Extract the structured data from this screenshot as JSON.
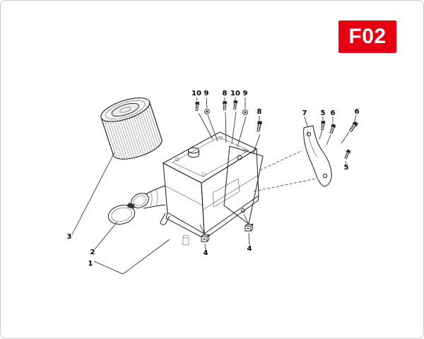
{
  "figure": {
    "code": "F02"
  },
  "callouts": [
    {
      "label": "10"
    },
    {
      "label": "9"
    },
    {
      "label": "8"
    },
    {
      "label": "10"
    },
    {
      "label": "9"
    },
    {
      "label": "8"
    },
    {
      "label": "7"
    },
    {
      "label": "5"
    },
    {
      "label": "6"
    },
    {
      "label": "6"
    },
    {
      "label": "5"
    },
    {
      "label": "4"
    },
    {
      "label": "4"
    },
    {
      "label": "3"
    },
    {
      "label": "2"
    },
    {
      "label": "1"
    }
  ],
  "colors": {
    "badge_background": "#e60012",
    "badge_text": "#ffffff",
    "line_ink": "#1a1a1a"
  }
}
